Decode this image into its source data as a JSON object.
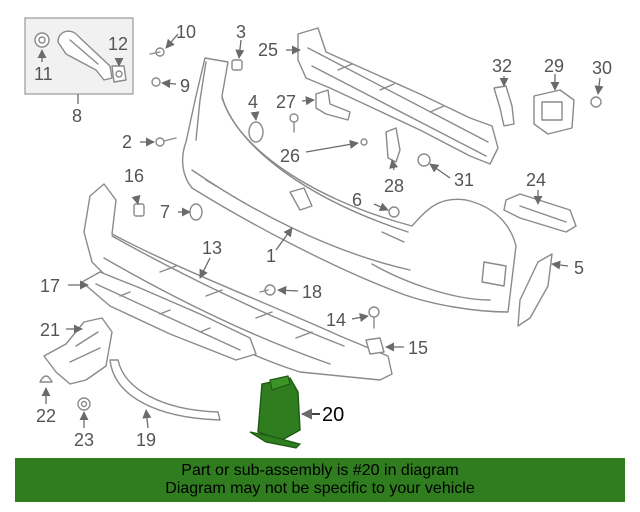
{
  "callouts": {
    "c1": "1",
    "c2": "2",
    "c3": "3",
    "c4": "4",
    "c5": "5",
    "c6": "6",
    "c7": "7",
    "c8": "8",
    "c9": "9",
    "c10": "10",
    "c11": "11",
    "c12": "12",
    "c13": "13",
    "c14": "14",
    "c15": "15",
    "c16": "16",
    "c17": "17",
    "c18": "18",
    "c19": "19",
    "c20": "20",
    "c21": "21",
    "c22": "22",
    "c23": "23",
    "c24": "24",
    "c25": "25",
    "c26": "26",
    "c27": "27",
    "c28": "28",
    "c29": "29",
    "c30": "30",
    "c31": "31",
    "c32": "32"
  },
  "highlight": {
    "part_number": "20",
    "color": "#2f7d1e"
  },
  "banner": {
    "line1": "Part or sub-assembly is #20 in diagram",
    "line2": "Diagram may not be specific to your vehicle",
    "color": "#2f7d1e"
  }
}
